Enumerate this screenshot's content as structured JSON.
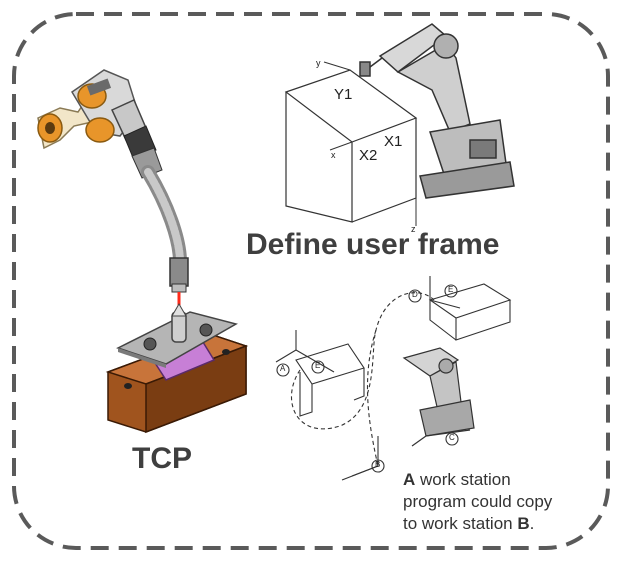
{
  "headings": {
    "define_user_frame": "Define user frame",
    "tcp": "TCP"
  },
  "box_labels": {
    "y1": "Y1",
    "x2": "X2",
    "x1": "X1",
    "axis_y": "y",
    "axis_x": "x",
    "axis_z": "z"
  },
  "stations": {
    "a": "A",
    "b": "B",
    "c": "C",
    "d": "D",
    "e": "E"
  },
  "caption": {
    "line1_bold": "A",
    "line1": " work station",
    "line2": "program could copy",
    "line3": "to work station ",
    "line3_bold": "B",
    "line3_end": "."
  },
  "colors": {
    "border": "#5a5a5a",
    "torch_orange": "#e8952a",
    "fixture_brown": "#8b4a1c",
    "fixture_purple": "#c77fd6",
    "plate_gray": "#b5b5b5",
    "laser_red": "#ff2a1a"
  }
}
